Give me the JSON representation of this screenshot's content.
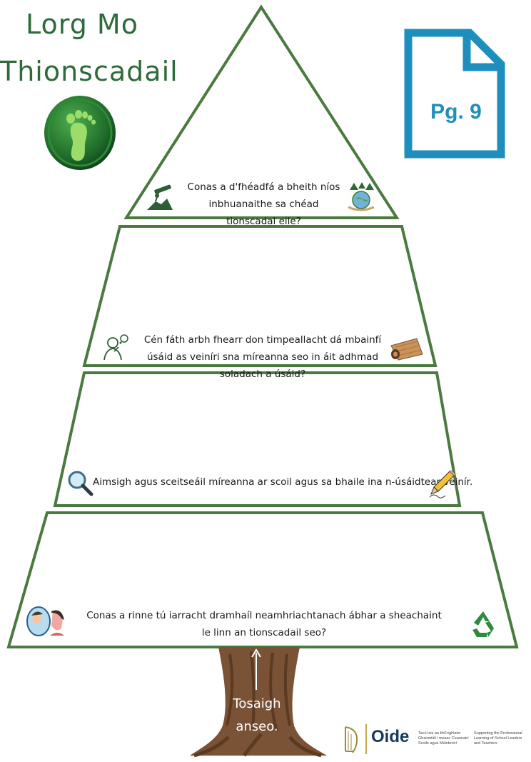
{
  "title": {
    "line1": "Lorg Mo",
    "line2": "Thionscadail"
  },
  "page_badge": {
    "label": "Pg. 9",
    "color": "#1e8fbd"
  },
  "tiers": [
    {
      "text": "Conas a d'fhéadfá a bheith níos inbhuanaithe sa chéad tionscadal eile?",
      "left_icon": "telescope-hill-icon",
      "right_icon": "globe-trees-icon"
    },
    {
      "text": "Cén fáth arbh fhearr don timpeallacht dá mbainfí úsáid as veiníri sna míreanna seo in áit adhmad soladach a úsáid?",
      "left_icon": "thinking-person-icon",
      "right_icon": "wood-veneer-roll-icon"
    },
    {
      "text": "Aimsigh agus sceitseáil míreanna ar scoil agus sa bhaile ina n-úsáidtear veinír.",
      "left_icon": "magnifying-glass-icon",
      "right_icon": "pencil-icon"
    },
    {
      "text": "Conas a rinne tú iarracht dramhaíl neamhriachtanach ábhar a sheachaint le linn an tionscadail seo?",
      "left_icon": "reflection-faces-icon",
      "right_icon": "recycle-icon"
    }
  ],
  "trunk": {
    "line1": "Tosaigh",
    "line2": "anseo."
  },
  "footer": {
    "brand": "Oide",
    "tagline_ga": [
      "Tacú leis an bhFoghlaim",
      "Ghairmiúil i measc Ceannairí",
      "Scoile agus Múinteoirí"
    ],
    "tagline_en": [
      "Supporting the Professional",
      "Learning of School Leaders",
      "and Teachers"
    ]
  },
  "colors": {
    "tier_border": "#4a7a3f",
    "title": "#2e6b3a",
    "trunk": "#7a5236"
  }
}
